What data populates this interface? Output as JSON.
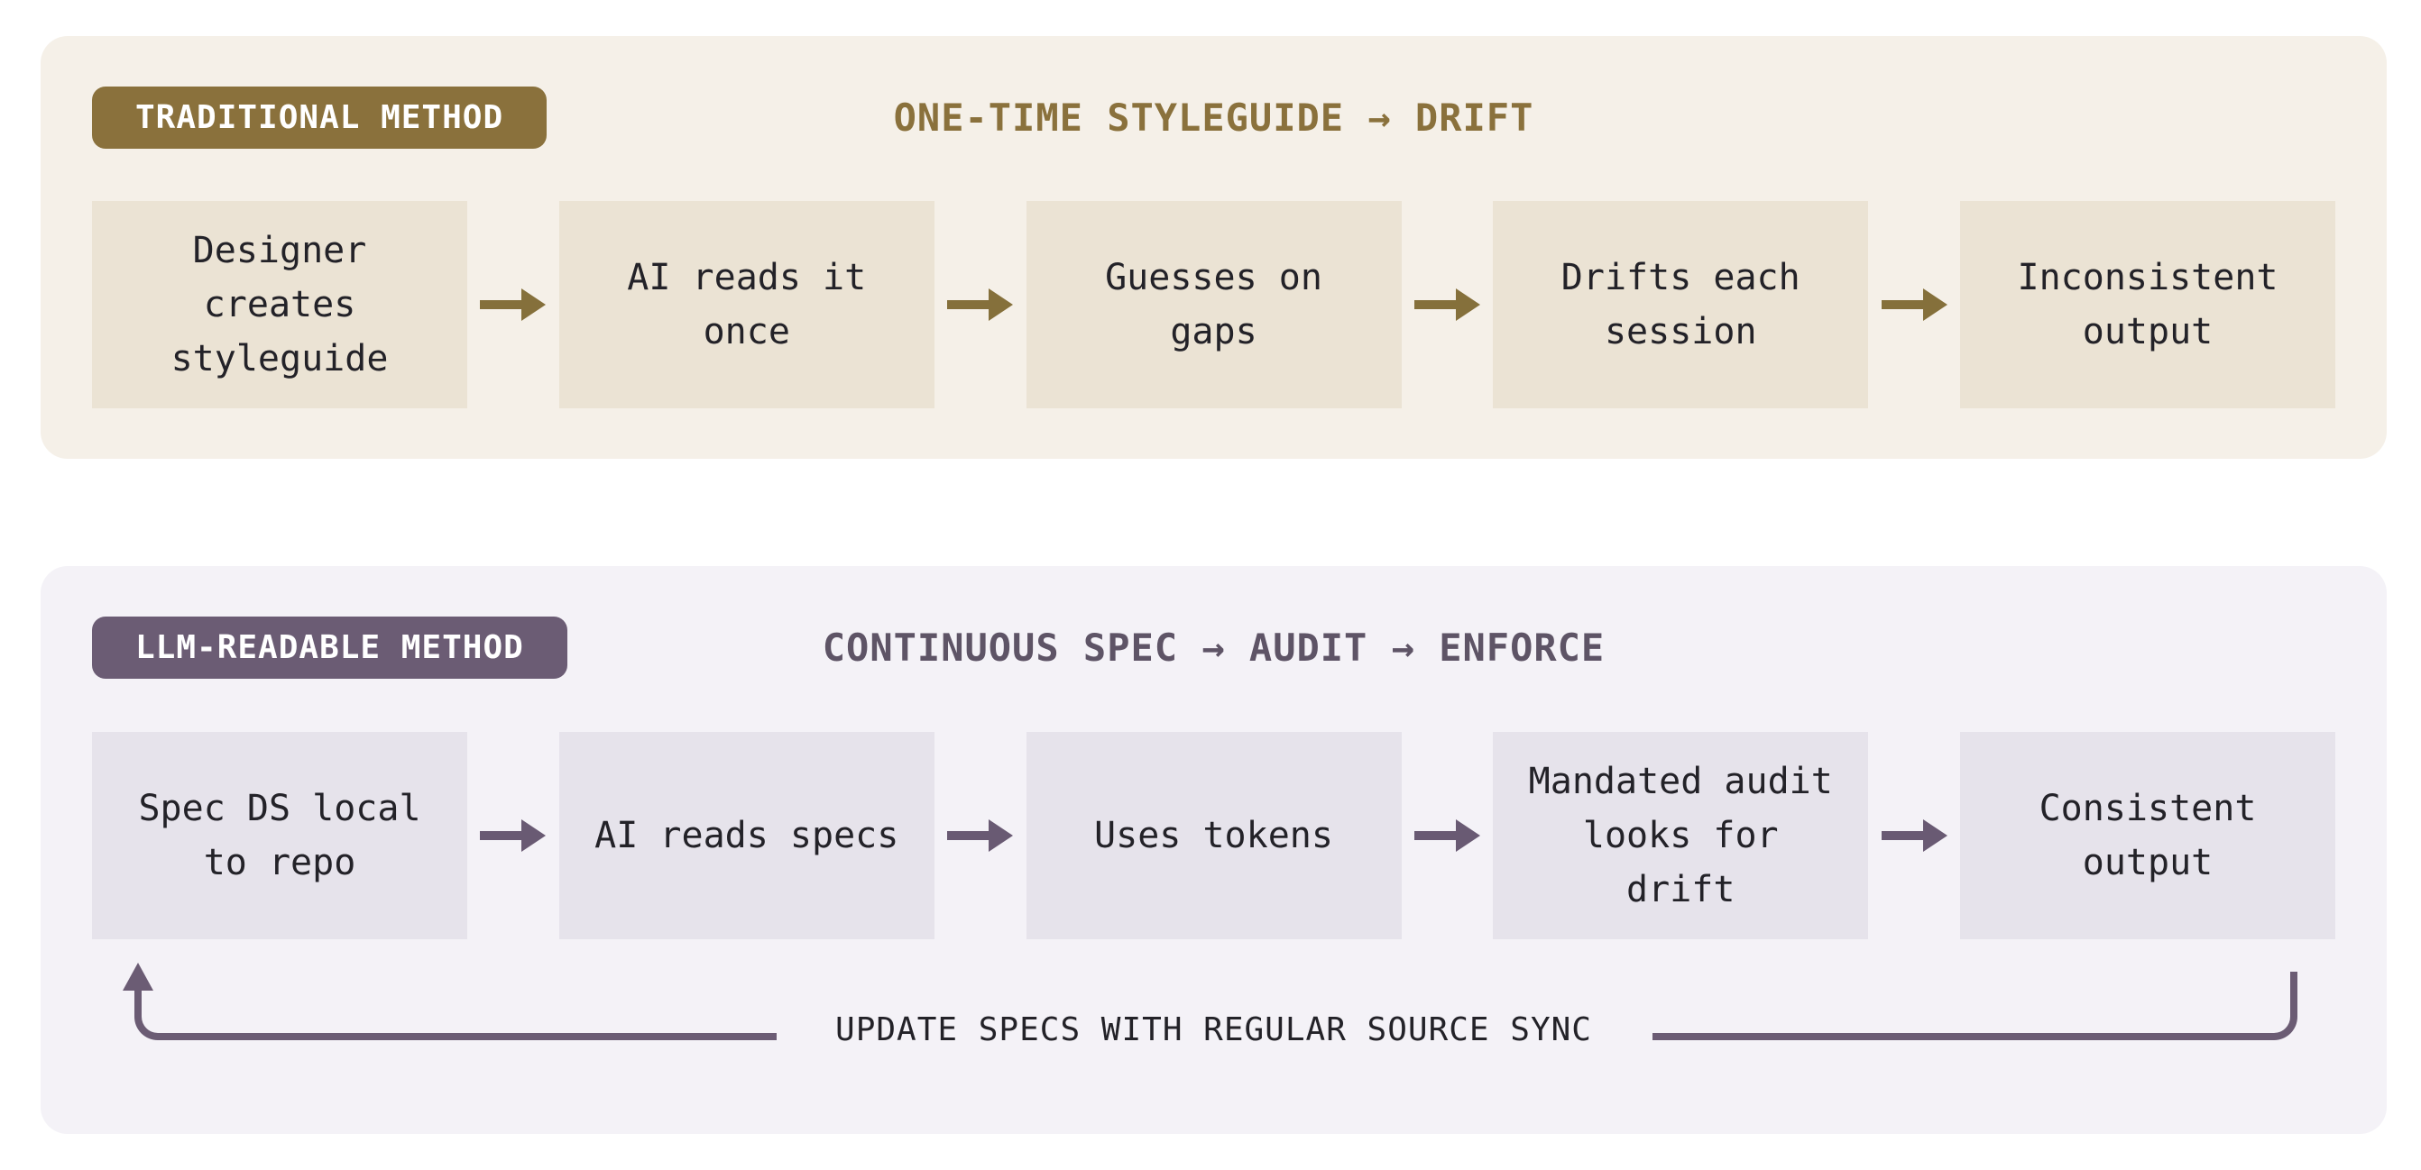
{
  "traditional": {
    "badge": "TRADITIONAL METHOD",
    "title": "ONE-TIME STYLEGUIDE → DRIFT",
    "steps": [
      "Designer\ncreates\nstyleguide",
      "AI reads it\nonce",
      "Guesses on\ngaps",
      "Drifts each\nsession",
      "Inconsistent\noutput"
    ],
    "colors": {
      "panel_bg": "#f5f0e8",
      "box_bg": "#ebe3d4",
      "accent": "#8a713c",
      "text": "#232228"
    }
  },
  "llm": {
    "badge": "LLM-READABLE METHOD",
    "title": "CONTINUOUS SPEC → AUDIT → ENFORCE",
    "steps": [
      "Spec DS local\nto repo",
      "AI reads specs",
      "Uses tokens",
      "Mandated audit\nlooks for\ndrift",
      "Consistent\noutput"
    ],
    "loop_label": "UPDATE SPECS WITH REGULAR SOURCE SYNC",
    "colors": {
      "panel_bg": "#f4f2f7",
      "box_bg": "#e6e3eb",
      "accent": "#6b5c74",
      "title_text": "#5e5466",
      "text": "#232228"
    }
  }
}
